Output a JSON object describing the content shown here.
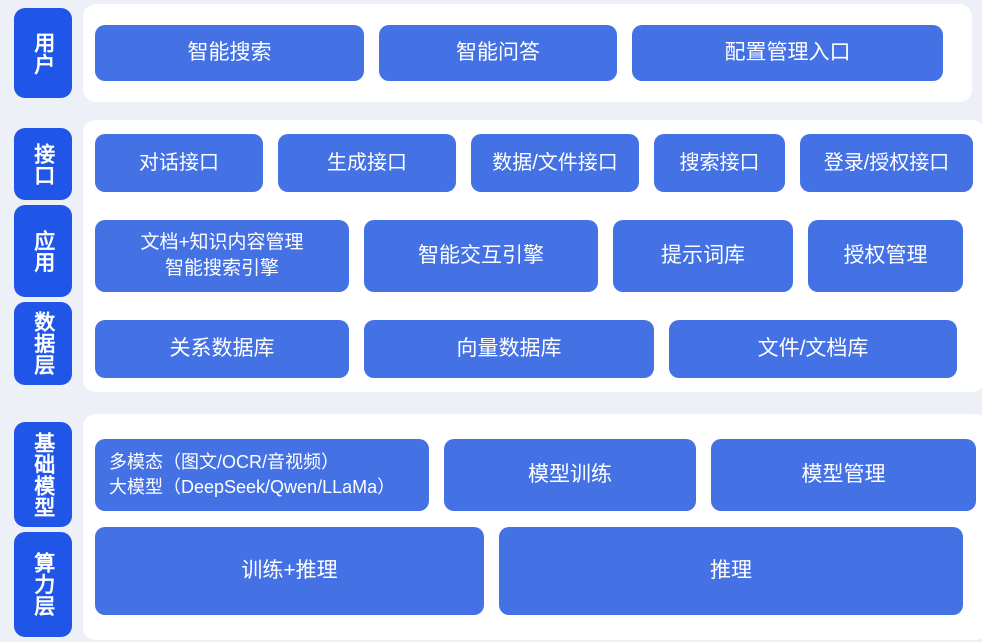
{
  "colors": {
    "page_background": "#edf1f7",
    "panel_background": "#ffffff",
    "pill_blue": "#1f56e8",
    "box_blue": "#4472e5",
    "text_on_blue": "#ffffff"
  },
  "bands": {
    "user": {
      "pill_label": "用户",
      "boxes": [
        {
          "label": "智能搜索"
        },
        {
          "label": "智能问答"
        },
        {
          "label": "配置管理入口"
        }
      ]
    },
    "middle": {
      "pills": [
        {
          "label": "接口"
        },
        {
          "label": "应用"
        },
        {
          "label": "数据层"
        }
      ],
      "interface_row": [
        {
          "label": "对话接口"
        },
        {
          "label": "生成接口"
        },
        {
          "label": "数据/文件接口"
        },
        {
          "label": "搜索接口"
        },
        {
          "label": "登录/授权接口"
        }
      ],
      "application_row": [
        {
          "label": "文档+知识内容管理\n智能搜索引擎"
        },
        {
          "label": "智能交互引擎"
        },
        {
          "label": "提示词库"
        },
        {
          "label": "授权管理"
        }
      ],
      "data_row": [
        {
          "label": "关系数据库"
        },
        {
          "label": "向量数据库"
        },
        {
          "label": "文件/文档库"
        }
      ]
    },
    "base": {
      "pills": [
        {
          "label": "基础模型"
        },
        {
          "label": "算力层"
        }
      ],
      "model_row": [
        {
          "label": "多模态（图文/OCR/音视频）\n大模型（DeepSeek/Qwen/LLaMa）"
        },
        {
          "label": "模型训练"
        },
        {
          "label": "模型管理"
        }
      ],
      "compute_row": [
        {
          "label": "训练+推理"
        },
        {
          "label": "推理"
        }
      ]
    }
  }
}
